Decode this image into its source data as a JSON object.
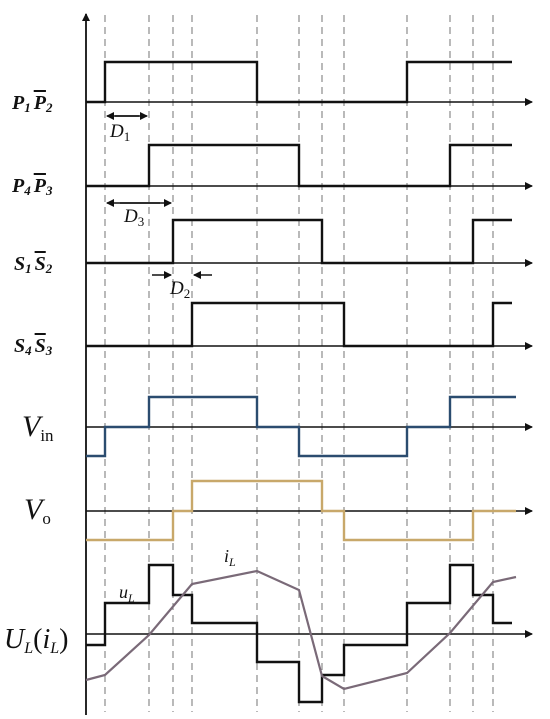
{
  "colors": {
    "axis": "#111111",
    "gate": "#111111",
    "vin": "#2b4c6f",
    "vo": "#c8a86a",
    "il": "#7a6a78",
    "guide": "#808080"
  },
  "signals": {
    "p1p2": {
      "name_main": "P",
      "sub1": "1",
      "bar_main": "P",
      "sub2": "2"
    },
    "p4p3": {
      "name_main": "P",
      "sub1": "4",
      "bar_main": "P",
      "sub2": "3"
    },
    "s1s2": {
      "name_main": "S",
      "sub1": "1",
      "bar_main": "S",
      "sub2": "2"
    },
    "s4s3": {
      "name_main": "S",
      "sub1": "4",
      "bar_main": "S",
      "sub2": "3"
    },
    "vin": {
      "main": "V",
      "sub": "in"
    },
    "vo": {
      "main": "V",
      "sub": "o"
    },
    "ul": {
      "text": "U",
      "sub_l": "L",
      "paren_open": "(",
      "i": "i",
      "sub_l2": "L",
      "paren_close": ")"
    }
  },
  "annotations": {
    "d1": {
      "main": "D",
      "sub": "1"
    },
    "d3": {
      "main": "D",
      "sub": "3"
    },
    "d2": {
      "main": "D",
      "sub": "2"
    },
    "ul_curve": {
      "main": "u",
      "sub": "L"
    },
    "il_curve": {
      "main": "i",
      "sub": "L"
    }
  }
}
